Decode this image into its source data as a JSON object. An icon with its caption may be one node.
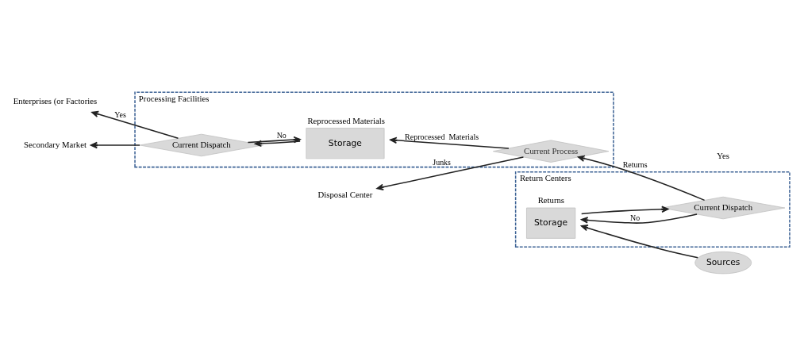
{
  "diagram": {
    "nodes": [
      {
        "text": [
          "Processing Facilities"
        ]
      },
      {
        "text": [
          "Current Process"
        ],
        "in": 0
      },
      {
        "text": [
          "Current Dispatch"
        ],
        "in": 0
      },
      {
        "text": [
          "Storage"
        ],
        "in": 0,
        "beside": [
          "Reprocessed Materials"
        ]
      },
      {
        "text": [
          "Return Centers"
        ]
      },
      {
        "text": [
          "Current Dispatch"
        ],
        "in": 4
      },
      {
        "text": [
          "Storage"
        ],
        "in": 4,
        "beside": [
          "Returns"
        ]
      },
      {
        "text": [
          "Sources"
        ]
      },
      {
        "text": [
          "Disposal Center"
        ]
      },
      {
        "text": [
          "Enterprises (or Factories"
        ]
      },
      {
        "text": [
          "Secondary Market"
        ]
      }
    ],
    "edges": [
      {
        "from": 7,
        "to": 6,
        "arrow": "to"
      },
      {
        "from": 6,
        "to": 5,
        "arrow": "to"
      },
      {
        "from": 5,
        "to": 6,
        "label": "No",
        "arrow": "to"
      },
      {
        "from": 5,
        "to": 1,
        "label": "Returns",
        "arrow": "to"
      },
      {
        "from": 1,
        "to": 8,
        "label": "Junks",
        "arrow": "to"
      },
      {
        "from": 1,
        "to": 3,
        "label": "Reprocessed  Materials",
        "arrow": "to"
      },
      {
        "from": 3,
        "to": 2,
        "arrow": "to"
      },
      {
        "from": 2,
        "to": 3,
        "label": "No",
        "arrow": "to"
      },
      {
        "from": 2,
        "to": 9,
        "label": "Yes",
        "arrow": "to"
      },
      {
        "from": 2,
        "to": 10,
        "arrow": "to"
      }
    ],
    "labels": [
      "Yes"
    ]
  }
}
